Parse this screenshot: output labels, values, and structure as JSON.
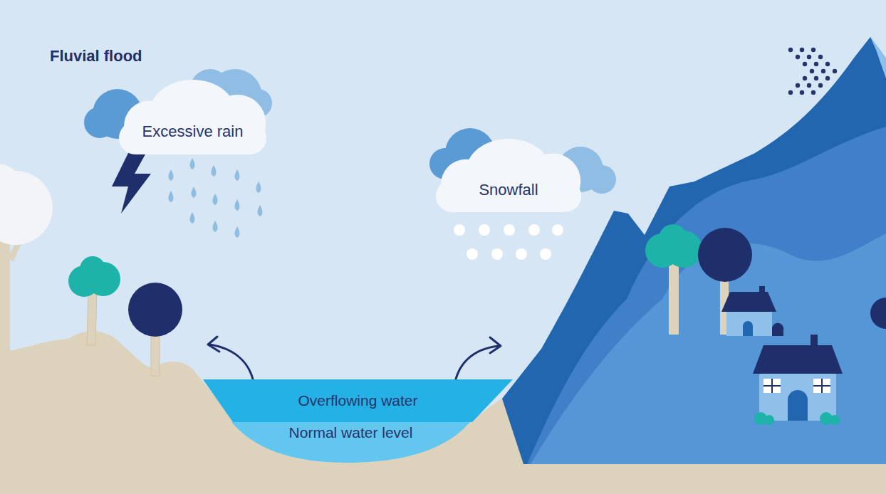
{
  "diagram": {
    "title": "Fluvial flood",
    "nodes": [
      {
        "text": [
          "Excessive rain"
        ]
      },
      {
        "text": [
          "Snowfall"
        ]
      },
      {
        "text": [
          "Overflowing water"
        ]
      },
      {
        "text": [
          "Normal water level"
        ]
      }
    ]
  }
}
